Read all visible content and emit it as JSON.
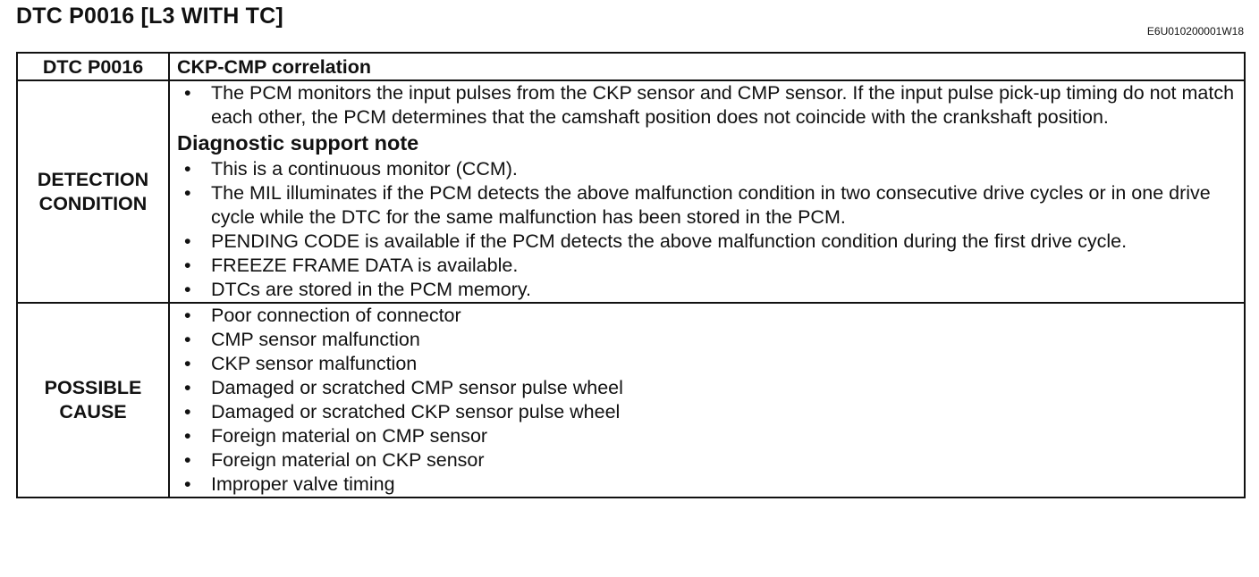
{
  "page": {
    "title": "DTC P0016 [L3 WITH TC]",
    "doc_code": "E6U010200001W18"
  },
  "table": {
    "header": {
      "code": "DTC P0016",
      "description": "CKP-CMP correlation"
    },
    "detection_condition": {
      "label_line1": "DETECTION",
      "label_line2": "CONDITION",
      "intro_items": [
        "The PCM monitors the input pulses from the CKP sensor and CMP sensor. If the input pulse pick-up timing do not match each other, the PCM determines that the camshaft position does not coincide with the crankshaft position."
      ],
      "support_heading": "Diagnostic support note",
      "support_items": [
        "This is a continuous monitor (CCM).",
        "The MIL illuminates if the PCM detects the above malfunction condition in two consecutive drive cycles or in one drive cycle while the DTC for the same malfunction has been stored in the PCM.",
        "PENDING CODE is available if the PCM detects the above malfunction condition during the first drive cycle.",
        "FREEZE FRAME DATA is available.",
        "DTCs are stored in the PCM memory."
      ]
    },
    "possible_cause": {
      "label_line1": "POSSIBLE",
      "label_line2": "CAUSE",
      "items": [
        "Poor connection of connector",
        "CMP sensor malfunction",
        "CKP sensor malfunction",
        "Damaged or scratched CMP sensor pulse wheel",
        "Damaged or scratched CKP sensor pulse wheel",
        "Foreign material on CMP sensor",
        "Foreign material on CKP sensor",
        "Improper valve timing"
      ]
    }
  }
}
